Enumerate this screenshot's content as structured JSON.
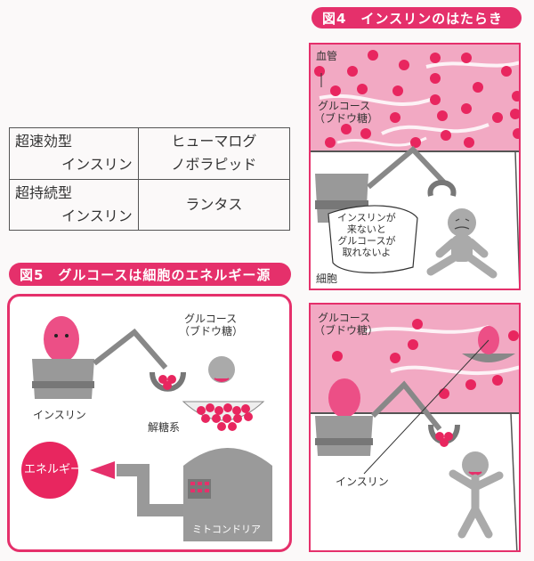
{
  "fig4": {
    "title": "図4　インスリンのはたらき",
    "blood_vessel": "血管",
    "glucose": "グルコース",
    "glucose_sub": "（ブドウ糖）",
    "speech": [
      "インスリンが",
      "来ないと",
      "グルコースが",
      "取れないよ"
    ],
    "cell": "細胞"
  },
  "table": {
    "rows": [
      {
        "type_line1": "超速効型",
        "type_line2": "インスリン",
        "name_line1": "ヒューマログ",
        "name_line2": "ノボラピッド"
      },
      {
        "type_line1": "超持続型",
        "type_line2": "インスリン",
        "name_line1": "ランタス"
      }
    ]
  },
  "fig5": {
    "title": "図5　グルコースは細胞のエネルギー源",
    "glucose": "グルコース",
    "glucose_sub": "（ブドウ糖）",
    "insulin": "インスリン",
    "glycolysis": "解糖系",
    "energy": "エネルギー",
    "mitochondria": "ミトコンドリア"
  },
  "fig4b": {
    "glucose": "グルコース",
    "glucose_sub": "（ブドウ糖）",
    "insulin": "インスリン"
  },
  "colors": {
    "accent": "#e5306b",
    "blood": "#f2a9c3",
    "dot": "#e8265f"
  }
}
